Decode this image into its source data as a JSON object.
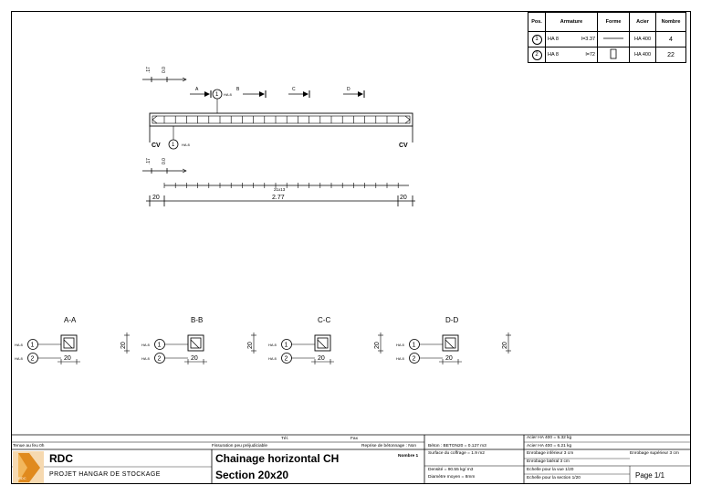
{
  "table": {
    "headers": [
      "Pos.",
      "Armature",
      "Forme",
      "Acier",
      "Nombre"
    ],
    "rows": [
      {
        "pos": "1",
        "armature": "HA 8",
        "length": "l=3.37",
        "acier": "HA 400",
        "nombre": "4"
      },
      {
        "pos": "2",
        "armature": "HA 8",
        "length": "l=72",
        "acier": "HA 400",
        "nombre": "22"
      }
    ]
  },
  "elevation": {
    "level_top_1": ".17",
    "level_top_2": "0.0",
    "level_bot_1": ".17",
    "level_bot_2": "0.0",
    "section_labels": [
      "A",
      "B",
      "C",
      "D"
    ],
    "bar1_label": "HA 8",
    "bar_callout": "1",
    "cv_left": "CV",
    "cv_right": "CV",
    "spacing_label": "21x13",
    "dim_left": "20",
    "dim_middle": "2.77",
    "dim_right": "20"
  },
  "sections": [
    {
      "title": "A-A",
      "width": "20",
      "height": "20"
    },
    {
      "title": "B-B",
      "width": "20",
      "height": "20"
    },
    {
      "title": "C-C",
      "width": "20",
      "height": "20"
    },
    {
      "title": "D-D",
      "width": "20",
      "height": "20"
    }
  ],
  "section_bar_label": "HA 8",
  "titleblock": {
    "tenue_feu": "Tenue au feu 0h",
    "fissuration": "Fissuration peu préjudiciable",
    "tel": "Tél.",
    "fax": "Fax",
    "reprise": "Reprise de bétonnage : Non",
    "logo_text": "RDC",
    "project_code": "RDC",
    "project_name": "PROJET HANGAR DE STOCKAGE",
    "title1": "Chainage horizontal CH",
    "title2": "Section 20x20",
    "nombre": "Nombre 1",
    "beton": "Béton : BETON20 = 0.127 m3",
    "coffrage": "Surface du coffrage = 1.9 m2",
    "densite": "Densité = 90.55 kg/ m3",
    "diametre": "Diamètre moyen = 8mm",
    "acier1": "Acier HA 400 = 5.32 kg",
    "acier2": "Acier HA 400 = 6.21 kg",
    "enrobage_inf": "Enrobage inférieur 3 cm",
    "enrobage_sup": "Enrobage supérieur 3 cm",
    "enrobage_lat": "Enrobage latéral 3 cm",
    "echelle_vue": "Echelle pour la vue 1/20",
    "echelle_section": "Echelle pour la section 1/20",
    "page": "Page 1/1"
  }
}
